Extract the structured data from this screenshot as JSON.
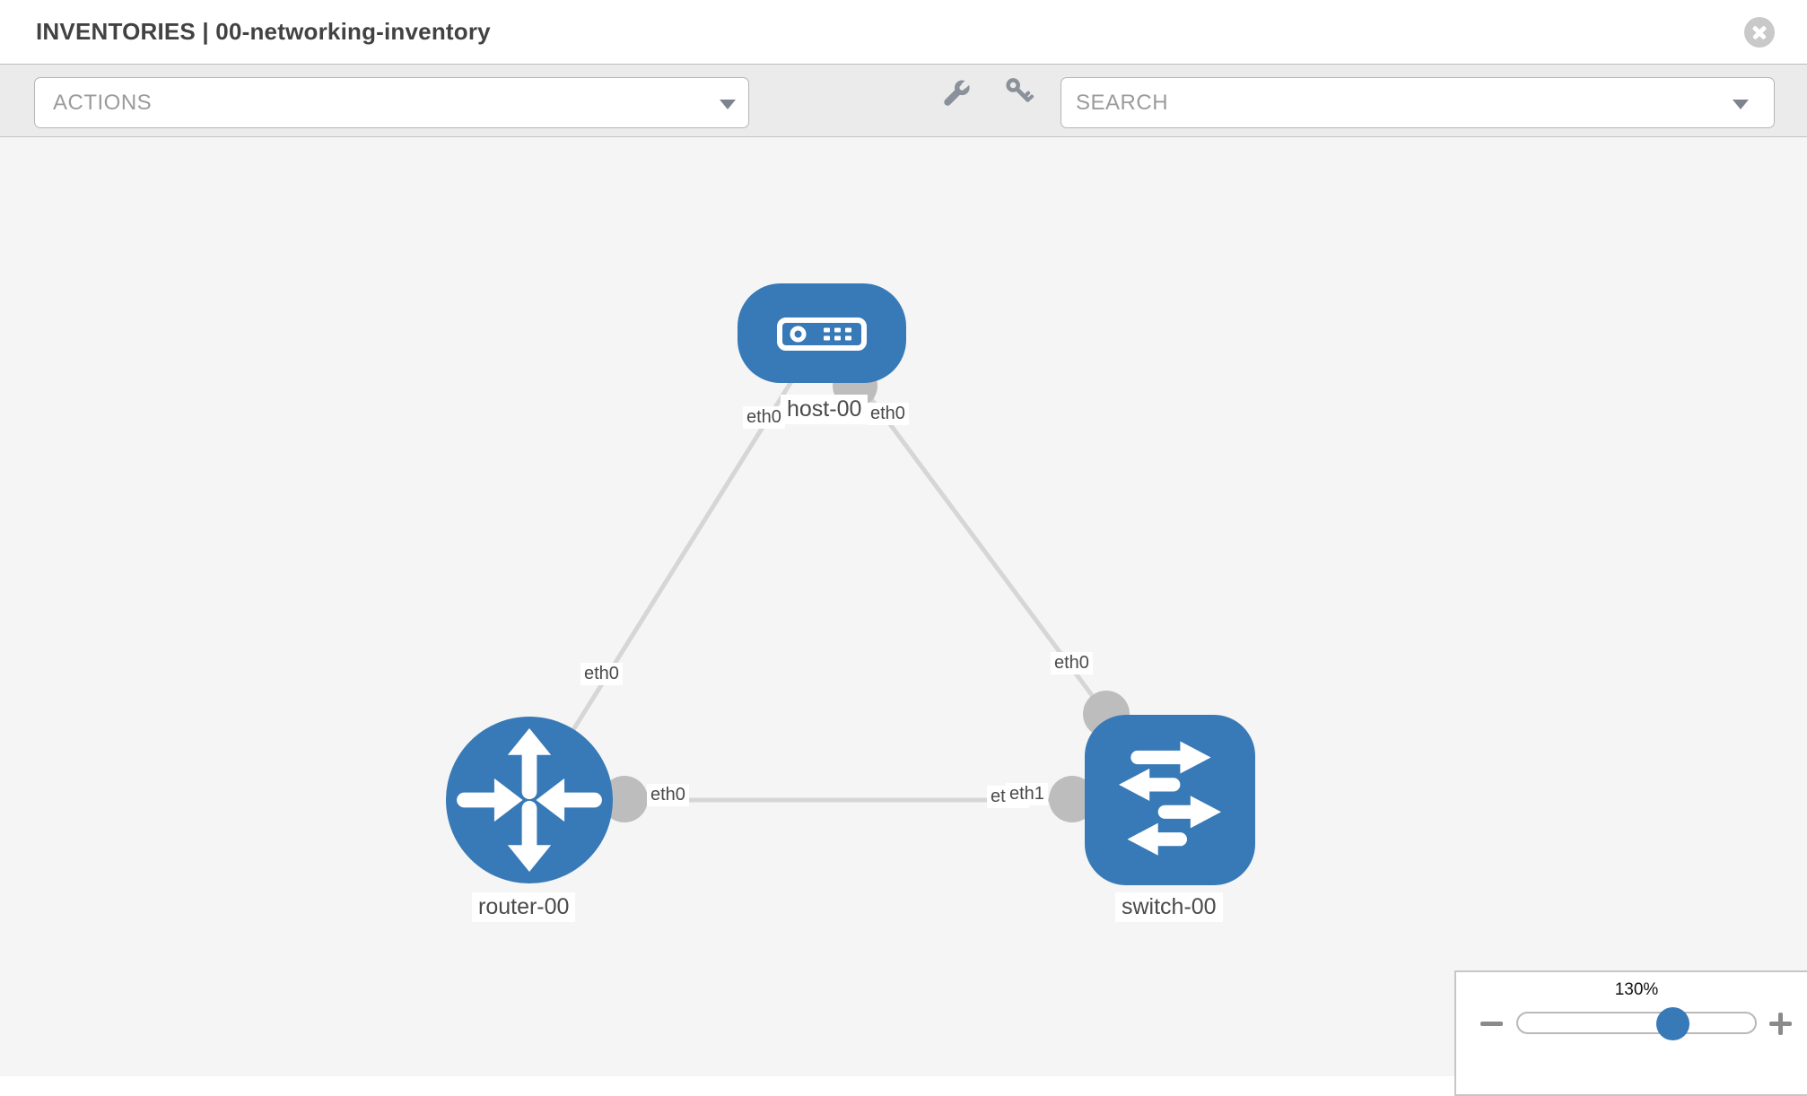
{
  "header": {
    "title": "INVENTORIES | 00-networking-inventory"
  },
  "toolbar": {
    "actions_label": "ACTIONS",
    "search_placeholder": "SEARCH",
    "tool_icons": [
      "wrench-icon",
      "key-icon"
    ]
  },
  "topology": {
    "nodes": [
      {
        "id": "host-00",
        "type": "host",
        "label": "host-00"
      },
      {
        "id": "router-00",
        "type": "router",
        "label": "router-00"
      },
      {
        "id": "switch-00",
        "type": "switch",
        "label": "switch-00"
      }
    ],
    "links": [
      {
        "source": "host-00",
        "target": "router-00",
        "source_label": "eth0",
        "target_label": "eth0"
      },
      {
        "source": "host-00",
        "target": "switch-00",
        "source_label": "eth0",
        "target_label": "eth0"
      },
      {
        "source": "router-00",
        "target": "switch-00",
        "source_label": "eth0",
        "target_label": "eth1",
        "target_label_occluded": "eth0"
      }
    ]
  },
  "zoom_control": {
    "value": "130%"
  },
  "colors": {
    "node_blue": "#377ab7",
    "link_gray": "#d6d6d6",
    "dot_gray": "#bdbdbd",
    "toolbar_bg": "#ebebeb",
    "canvas_bg": "#f5f5f5"
  }
}
